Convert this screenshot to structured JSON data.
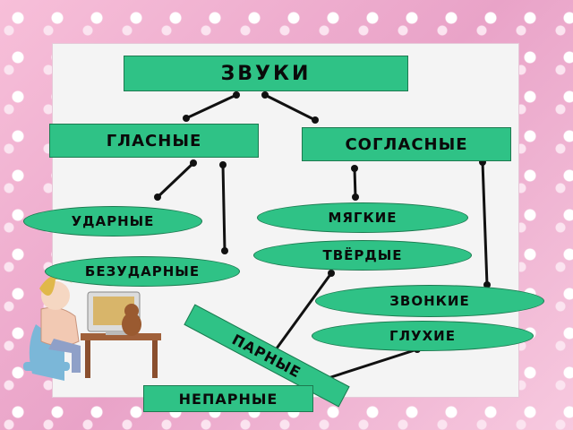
{
  "diagram": {
    "root": "ЗВУКИ",
    "vowels": "ГЛАСНЫЕ",
    "consonants": "СОГЛАСНЫЕ",
    "stressed": "УДАРНЫЕ",
    "unstressed": "БЕЗУДАРНЫЕ",
    "soft": "МЯГКИЕ",
    "hard": "ТВЁРДЫЕ",
    "voiced": "ЗВОНКИЕ",
    "voiceless": "ГЛУХИЕ",
    "paired": "ПАРНЫЕ",
    "unpaired": "НЕПАРНЫЕ"
  }
}
